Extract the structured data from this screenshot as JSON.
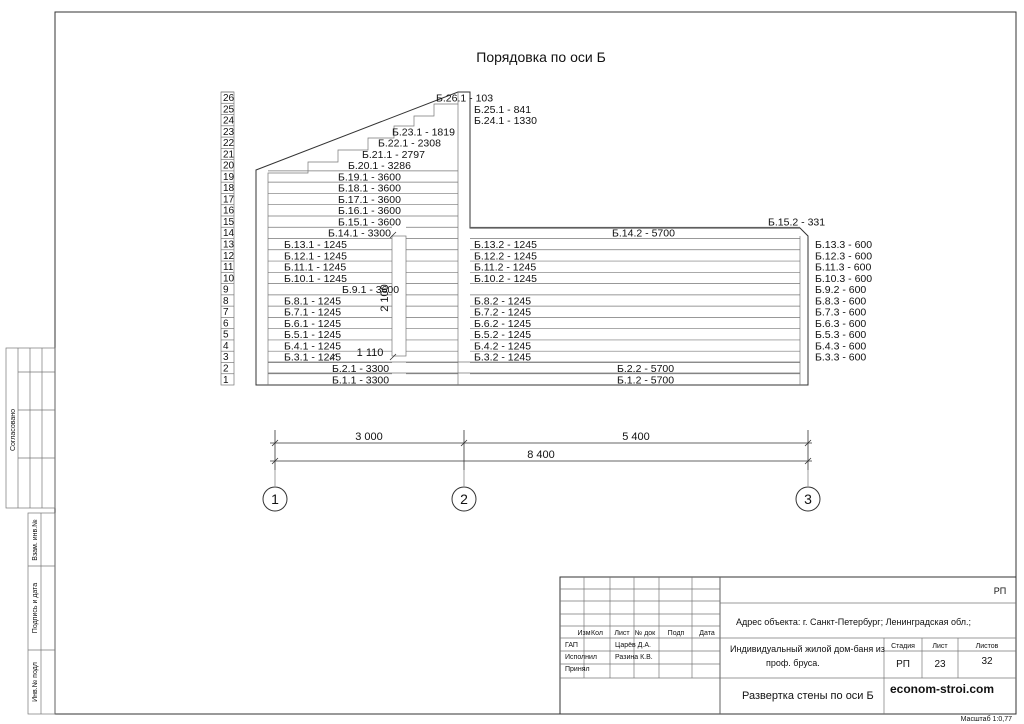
{
  "sheet_title": "Порядовка по оси Б",
  "row_numbers": [
    "26",
    "25",
    "24",
    "23",
    "22",
    "21",
    "20",
    "19",
    "18",
    "17",
    "16",
    "15",
    "14",
    "13",
    "12",
    "11",
    "10",
    "9",
    "8",
    "7",
    "6",
    "5",
    "4",
    "3",
    "2",
    "1"
  ],
  "labels": {
    "r26": "Б.26.1 - 103",
    "r25": "Б.25.1 - 841",
    "r24": "Б.24.1 - 1330",
    "r23": "Б.23.1 - 1819",
    "r22": "Б.22.1 - 2308",
    "r21": "Б.21.1 - 2797",
    "r20": "Б.20.1 - 3286",
    "r19": "Б.19.1 - 3600",
    "r18": "Б.18.1 - 3600",
    "r17": "Б.17.1 - 3600",
    "r16": "Б.16.1 - 3600",
    "r15": "Б.15.1 - 3600",
    "r15b": "Б.15.2 - 331",
    "r14a": "Б.14.1 - 3300",
    "r14b": "Б.14.2 - 5700",
    "r13a": "Б.13.1 - 1245",
    "r13b": "Б.13.2 - 1245",
    "r13c": "Б.13.3 - 600",
    "r12a": "Б.12.1 - 1245",
    "r12b": "Б.12.2 - 1245",
    "r12c": "Б.12.3 - 600",
    "r11a": "Б.11.1 - 1245",
    "r11b": "Б.11.2 - 1245",
    "r11c": "Б.11.3 - 600",
    "r10a": "Б.10.1 - 1245",
    "r10b": "Б.10.2 - 1245",
    "r10c": "Б.10.3 - 600",
    "r9a": "Б.9.1 - 3600",
    "r9c": "Б.9.2 - 600",
    "r8a": "Б.8.1 - 1245",
    "r8b": "Б.8.2 - 1245",
    "r8c": "Б.8.3 - 600",
    "r7a": "Б.7.1 - 1245",
    "r7b": "Б.7.2 - 1245",
    "r7c": "Б.7.3 - 600",
    "r6a": "Б.6.1 - 1245",
    "r6b": "Б.6.2 - 1245",
    "r6c": "Б.6.3 - 600",
    "r5a": "Б.5.1 - 1245",
    "r5b": "Б.5.2 - 1245",
    "r5c": "Б.5.3 - 600",
    "r4a": "Б.4.1 - 1245",
    "r4b": "Б.4.2 - 1245",
    "r4c": "Б.4.3 - 600",
    "r3a": "Б.3.1 - 1245",
    "r3b": "Б.3.2 - 1245",
    "r3c": "Б.3.3 - 600",
    "r2a": "Б.2.1 - 3300",
    "r2b": "Б.2.2 - 5700",
    "r1a": "Б.1.1 - 3300",
    "r1b": "Б.1.2 - 5700"
  },
  "opening": {
    "height": "2 100",
    "width": "1 110"
  },
  "dimensions": {
    "span1": "3 000",
    "span2": "5 400",
    "total": "8 400"
  },
  "axes": [
    "1",
    "2",
    "3"
  ],
  "side_stamp": {
    "agreed": "Согласовано",
    "swap_inv": "Взам. инв.№",
    "sign_date": "Подпись и дата",
    "inv_orig": "Инв.№ подл"
  },
  "title_block": {
    "code": "РП",
    "address": "Адрес объекта: г. Санкт-Петербург; Ленинградская обл.;",
    "project_line1": "Индивидуальный жилой дом-баня из",
    "project_line2": "проф. бруса.",
    "sheet_name": "Развертка стены по оси Б",
    "website": "econom-stroi.com",
    "headers": {
      "izm": "Изм",
      "kol": "Кол",
      "list": "Лист",
      "ndok": "№ док",
      "podp": "Подп",
      "data": "Дата"
    },
    "roles": {
      "gap": "ГАП",
      "ispolnil": "Исполнил",
      "prinyal": "Принял"
    },
    "names": {
      "gap": "Царёв Д.А.",
      "ispolnil": "Разина К.В."
    },
    "stage_label": "Стадия",
    "stage_value": "РП",
    "sheet_label": "Лист",
    "sheet_value": "23",
    "sheets_label": "Листов",
    "sheets_value": "32"
  },
  "scale": "Масштаб 1:0,77"
}
